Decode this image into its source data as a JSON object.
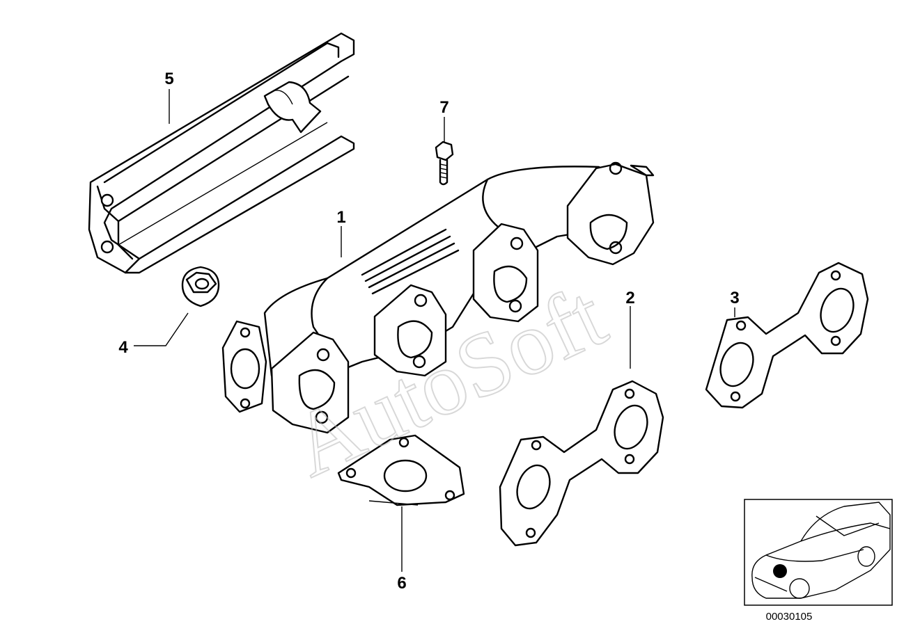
{
  "diagram": {
    "callouts": [
      {
        "id": "1",
        "label": "1"
      },
      {
        "id": "2",
        "label": "2"
      },
      {
        "id": "3",
        "label": "3"
      },
      {
        "id": "4",
        "label": "4"
      },
      {
        "id": "5",
        "label": "5"
      },
      {
        "id": "6",
        "label": "6"
      },
      {
        "id": "7",
        "label": "7"
      }
    ],
    "watermark": "AutoSoft",
    "part_number": "00030105"
  }
}
